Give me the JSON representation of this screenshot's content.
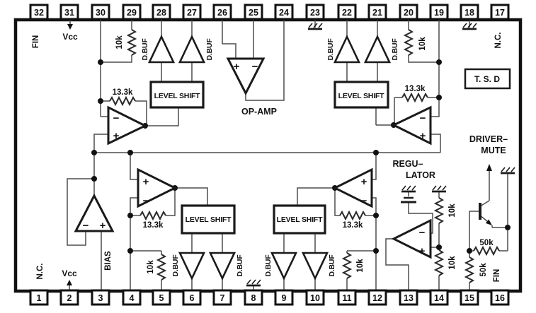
{
  "ic": {
    "pins_top": [
      "32",
      "31",
      "30",
      "29",
      "28",
      "27",
      "26",
      "25",
      "24",
      "23",
      "22",
      "21",
      "20",
      "19",
      "18",
      "17"
    ],
    "pins_bottom": [
      "1",
      "2",
      "3",
      "4",
      "5",
      "6",
      "7",
      "8",
      "9",
      "10",
      "11",
      "12",
      "13",
      "14",
      "15",
      "16"
    ],
    "pin_functions": {
      "fin_top": "FIN",
      "vcc_top": "Vcc",
      "nc_top": "N.C.",
      "nc_bottom": "N.C.",
      "vcc_bottom": "Vcc",
      "bias": "BIAS",
      "fin_bottom": "FIN"
    },
    "blocks": {
      "level_shift": "LEVEL SHIFT",
      "tsd": "T. S. D",
      "op_amp": "OP-AMP",
      "regulator_line1": "REGU–",
      "regulator_line2": "LATOR",
      "driver_mute_line1": "DRIVER–",
      "driver_mute_line2": "MUTE",
      "dbuf": "D.BUF"
    },
    "resistors": {
      "r10k": "10k",
      "r13k3": "13.3k",
      "r50k": "50k"
    },
    "symbols": {
      "plus": "+",
      "minus": "−"
    }
  },
  "colors": {
    "background": "#ffffff",
    "wire": "#4d4d4d",
    "component": "#1a1a1a",
    "text": "#111111"
  }
}
